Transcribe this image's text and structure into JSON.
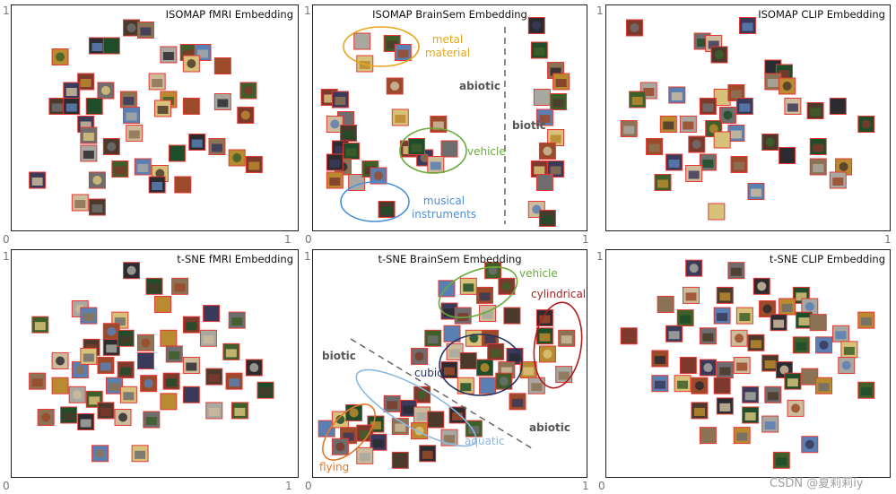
{
  "figure": {
    "watermark": "CSDN @夏莉莉iy",
    "thumbnail_border_color": "#e53935"
  },
  "chart_data": [
    {
      "type": "scatter",
      "title": "ISOMAP fMRI Embedding",
      "xlim": [
        0,
        1
      ],
      "ylim": [
        0,
        1
      ],
      "ticks": {
        "origin": "0",
        "xmax": "1",
        "ymax": "1"
      },
      "points": [
        [
          0.42,
          0.9
        ],
        [
          0.3,
          0.82
        ],
        [
          0.35,
          0.82
        ],
        [
          0.47,
          0.89
        ],
        [
          0.17,
          0.77
        ],
        [
          0.55,
          0.78
        ],
        [
          0.62,
          0.79
        ],
        [
          0.67,
          0.79
        ],
        [
          0.63,
          0.74
        ],
        [
          0.74,
          0.73
        ],
        [
          0.26,
          0.66
        ],
        [
          0.21,
          0.62
        ],
        [
          0.33,
          0.62
        ],
        [
          0.51,
          0.66
        ],
        [
          0.16,
          0.55
        ],
        [
          0.21,
          0.55
        ],
        [
          0.29,
          0.55
        ],
        [
          0.41,
          0.58
        ],
        [
          0.55,
          0.58
        ],
        [
          0.74,
          0.57
        ],
        [
          0.83,
          0.62
        ],
        [
          0.42,
          0.51
        ],
        [
          0.53,
          0.54
        ],
        [
          0.63,
          0.55
        ],
        [
          0.82,
          0.51
        ],
        [
          0.26,
          0.47
        ],
        [
          0.27,
          0.42
        ],
        [
          0.43,
          0.43
        ],
        [
          0.35,
          0.37
        ],
        [
          0.65,
          0.39
        ],
        [
          0.58,
          0.34
        ],
        [
          0.72,
          0.37
        ],
        [
          0.79,
          0.32
        ],
        [
          0.27,
          0.34
        ],
        [
          0.38,
          0.27
        ],
        [
          0.46,
          0.28
        ],
        [
          0.52,
          0.25
        ],
        [
          0.6,
          0.2
        ],
        [
          0.85,
          0.29
        ],
        [
          0.09,
          0.22
        ],
        [
          0.3,
          0.22
        ],
        [
          0.24,
          0.12
        ],
        [
          0.3,
          0.1
        ],
        [
          0.51,
          0.2
        ]
      ],
      "annotations": []
    },
    {
      "type": "scatter",
      "title": "ISOMAP BrainSem Embedding",
      "xlim": [
        0,
        1
      ],
      "ylim": [
        0,
        1
      ],
      "ticks": {
        "origin": "0",
        "xmax": "1",
        "ymax": "1"
      },
      "points": [
        [
          0.18,
          0.84
        ],
        [
          0.29,
          0.83
        ],
        [
          0.33,
          0.79
        ],
        [
          0.19,
          0.74
        ],
        [
          0.3,
          0.64
        ],
        [
          0.06,
          0.59
        ],
        [
          0.1,
          0.58
        ],
        [
          0.12,
          0.49
        ],
        [
          0.08,
          0.47
        ],
        [
          0.13,
          0.43
        ],
        [
          0.1,
          0.36
        ],
        [
          0.14,
          0.35
        ],
        [
          0.11,
          0.28
        ],
        [
          0.08,
          0.22
        ],
        [
          0.16,
          0.21
        ],
        [
          0.21,
          0.27
        ],
        [
          0.24,
          0.24
        ],
        [
          0.32,
          0.5
        ],
        [
          0.46,
          0.47
        ],
        [
          0.35,
          0.36
        ],
        [
          0.41,
          0.32
        ],
        [
          0.5,
          0.36
        ],
        [
          0.45,
          0.29
        ],
        [
          0.27,
          0.09
        ],
        [
          0.82,
          0.91
        ],
        [
          0.83,
          0.8
        ],
        [
          0.89,
          0.71
        ],
        [
          0.91,
          0.66
        ],
        [
          0.84,
          0.59
        ],
        [
          0.9,
          0.57
        ],
        [
          0.85,
          0.5
        ],
        [
          0.89,
          0.41
        ],
        [
          0.86,
          0.35
        ],
        [
          0.83,
          0.27
        ],
        [
          0.89,
          0.27
        ],
        [
          0.85,
          0.21
        ],
        [
          0.82,
          0.09
        ],
        [
          0.86,
          0.05
        ],
        [
          0.08,
          0.3
        ],
        [
          0.38,
          0.37
        ]
      ],
      "annotations": [
        {
          "text": "metal material",
          "color": "#eaa516"
        },
        {
          "text": "abiotic",
          "color": "#555555"
        },
        {
          "text": "biotic",
          "color": "#555555"
        },
        {
          "text": "vehicle",
          "color": "#6aab3a"
        },
        {
          "text": "musical instruments",
          "color": "#4a90d9"
        }
      ]
    },
    {
      "type": "scatter",
      "title": "ISOMAP CLIP Embedding",
      "xlim": [
        0,
        1
      ],
      "ylim": [
        0,
        1
      ],
      "ticks": {
        "xmax": "1",
        "ymax": "1"
      },
      "points": [
        [
          0.1,
          0.9
        ],
        [
          0.5,
          0.91
        ],
        [
          0.34,
          0.84
        ],
        [
          0.38,
          0.83
        ],
        [
          0.4,
          0.78
        ],
        [
          0.59,
          0.72
        ],
        [
          0.63,
          0.7
        ],
        [
          0.59,
          0.66
        ],
        [
          0.64,
          0.64
        ],
        [
          0.15,
          0.62
        ],
        [
          0.11,
          0.58
        ],
        [
          0.25,
          0.6
        ],
        [
          0.41,
          0.59
        ],
        [
          0.46,
          0.61
        ],
        [
          0.36,
          0.55
        ],
        [
          0.49,
          0.55
        ],
        [
          0.43,
          0.51
        ],
        [
          0.66,
          0.55
        ],
        [
          0.74,
          0.53
        ],
        [
          0.82,
          0.55
        ],
        [
          0.92,
          0.47
        ],
        [
          0.08,
          0.45
        ],
        [
          0.22,
          0.47
        ],
        [
          0.29,
          0.47
        ],
        [
          0.38,
          0.45
        ],
        [
          0.46,
          0.43
        ],
        [
          0.41,
          0.4
        ],
        [
          0.17,
          0.37
        ],
        [
          0.32,
          0.38
        ],
        [
          0.24,
          0.3
        ],
        [
          0.36,
          0.3
        ],
        [
          0.31,
          0.25
        ],
        [
          0.58,
          0.39
        ],
        [
          0.64,
          0.33
        ],
        [
          0.75,
          0.37
        ],
        [
          0.75,
          0.28
        ],
        [
          0.84,
          0.28
        ],
        [
          0.82,
          0.22
        ],
        [
          0.2,
          0.21
        ],
        [
          0.53,
          0.17
        ],
        [
          0.39,
          0.08
        ],
        [
          0.47,
          0.29
        ]
      ],
      "annotations": []
    },
    {
      "type": "scatter",
      "title": "t-SNE fMRI Embedding",
      "xlim": [
        0,
        1
      ],
      "ylim": [
        0,
        1
      ],
      "ticks": {
        "origin": "0",
        "xmax": "1",
        "ymax": "1"
      },
      "points": [
        [
          0.42,
          0.91
        ],
        [
          0.5,
          0.84
        ],
        [
          0.59,
          0.84
        ],
        [
          0.53,
          0.76
        ],
        [
          0.24,
          0.74
        ],
        [
          0.1,
          0.67
        ],
        [
          0.27,
          0.71
        ],
        [
          0.38,
          0.69
        ],
        [
          0.35,
          0.64
        ],
        [
          0.63,
          0.67
        ],
        [
          0.7,
          0.72
        ],
        [
          0.79,
          0.69
        ],
        [
          0.17,
          0.51
        ],
        [
          0.28,
          0.57
        ],
        [
          0.35,
          0.57
        ],
        [
          0.4,
          0.61
        ],
        [
          0.47,
          0.59
        ],
        [
          0.55,
          0.61
        ],
        [
          0.69,
          0.61
        ],
        [
          0.77,
          0.55
        ],
        [
          0.24,
          0.47
        ],
        [
          0.27,
          0.53
        ],
        [
          0.33,
          0.49
        ],
        [
          0.4,
          0.47
        ],
        [
          0.47,
          0.51
        ],
        [
          0.57,
          0.54
        ],
        [
          0.63,
          0.49
        ],
        [
          0.71,
          0.44
        ],
        [
          0.85,
          0.48
        ],
        [
          0.89,
          0.38
        ],
        [
          0.09,
          0.42
        ],
        [
          0.17,
          0.4
        ],
        [
          0.23,
          0.36
        ],
        [
          0.29,
          0.34
        ],
        [
          0.36,
          0.4
        ],
        [
          0.41,
          0.36
        ],
        [
          0.48,
          0.41
        ],
        [
          0.56,
          0.42
        ],
        [
          0.63,
          0.36
        ],
        [
          0.49,
          0.25
        ],
        [
          0.39,
          0.26
        ],
        [
          0.33,
          0.29
        ],
        [
          0.26,
          0.24
        ],
        [
          0.2,
          0.27
        ],
        [
          0.12,
          0.26
        ],
        [
          0.55,
          0.33
        ],
        [
          0.71,
          0.29
        ],
        [
          0.8,
          0.29
        ],
        [
          0.31,
          0.1
        ],
        [
          0.45,
          0.1
        ],
        [
          0.78,
          0.42
        ]
      ],
      "annotations": []
    },
    {
      "type": "scatter",
      "title": "t-SNE BrainSem Embedding",
      "xlim": [
        0,
        1
      ],
      "ylim": [
        0,
        1
      ],
      "ticks": {
        "origin": "0",
        "xmax": "1",
        "ymax": "1"
      },
      "points": [
        [
          0.66,
          0.91
        ],
        [
          0.49,
          0.83
        ],
        [
          0.57,
          0.84
        ],
        [
          0.63,
          0.8
        ],
        [
          0.71,
          0.84
        ],
        [
          0.5,
          0.73
        ],
        [
          0.55,
          0.71
        ],
        [
          0.64,
          0.72
        ],
        [
          0.73,
          0.71
        ],
        [
          0.85,
          0.7
        ],
        [
          0.85,
          0.62
        ],
        [
          0.93,
          0.61
        ],
        [
          0.86,
          0.54
        ],
        [
          0.92,
          0.45
        ],
        [
          0.44,
          0.61
        ],
        [
          0.51,
          0.63
        ],
        [
          0.59,
          0.61
        ],
        [
          0.65,
          0.61
        ],
        [
          0.67,
          0.55
        ],
        [
          0.74,
          0.53
        ],
        [
          0.39,
          0.53
        ],
        [
          0.52,
          0.55
        ],
        [
          0.57,
          0.51
        ],
        [
          0.5,
          0.47
        ],
        [
          0.63,
          0.48
        ],
        [
          0.71,
          0.47
        ],
        [
          0.79,
          0.47
        ],
        [
          0.82,
          0.4
        ],
        [
          0.7,
          0.42
        ],
        [
          0.64,
          0.4
        ],
        [
          0.56,
          0.4
        ],
        [
          0.75,
          0.33
        ],
        [
          0.4,
          0.36
        ],
        [
          0.35,
          0.3
        ],
        [
          0.29,
          0.32
        ],
        [
          0.4,
          0.27
        ],
        [
          0.45,
          0.25
        ],
        [
          0.53,
          0.27
        ],
        [
          0.23,
          0.23
        ],
        [
          0.32,
          0.22
        ],
        [
          0.39,
          0.2
        ],
        [
          0.5,
          0.17
        ],
        [
          0.59,
          0.21
        ],
        [
          0.05,
          0.21
        ],
        [
          0.1,
          0.25
        ],
        [
          0.13,
          0.18
        ],
        [
          0.19,
          0.19
        ],
        [
          0.24,
          0.15
        ],
        [
          0.1,
          0.13
        ],
        [
          0.19,
          0.09
        ],
        [
          0.32,
          0.07
        ],
        [
          0.42,
          0.1
        ],
        [
          0.15,
          0.28
        ]
      ],
      "annotations": [
        {
          "text": "vehicle",
          "color": "#6aab3a"
        },
        {
          "text": "cylindrical",
          "color": "#b01c1c"
        },
        {
          "text": "cubic",
          "color": "#24345e"
        },
        {
          "text": "biotic",
          "color": "#555555"
        },
        {
          "text": "abiotic",
          "color": "#555555"
        },
        {
          "text": "aquatic",
          "color": "#8ab8e0"
        },
        {
          "text": "flying",
          "color": "#e07a2a"
        }
      ]
    },
    {
      "type": "scatter",
      "title": "t-SNE CLIP Embedding",
      "xlim": [
        0,
        1
      ],
      "ylim": [
        0,
        1
      ],
      "ticks": {
        "origin": "0",
        "ymax": "1"
      },
      "points": [
        [
          0.31,
          0.92
        ],
        [
          0.46,
          0.91
        ],
        [
          0.3,
          0.8
        ],
        [
          0.42,
          0.8
        ],
        [
          0.55,
          0.84
        ],
        [
          0.69,
          0.8
        ],
        [
          0.21,
          0.76
        ],
        [
          0.64,
          0.75
        ],
        [
          0.72,
          0.75
        ],
        [
          0.28,
          0.7
        ],
        [
          0.41,
          0.71
        ],
        [
          0.49,
          0.71
        ],
        [
          0.57,
          0.74
        ],
        [
          0.08,
          0.62
        ],
        [
          0.24,
          0.63
        ],
        [
          0.36,
          0.62
        ],
        [
          0.47,
          0.61
        ],
        [
          0.53,
          0.59
        ],
        [
          0.61,
          0.68
        ],
        [
          0.7,
          0.69
        ],
        [
          0.75,
          0.68
        ],
        [
          0.92,
          0.69
        ],
        [
          0.83,
          0.63
        ],
        [
          0.69,
          0.58
        ],
        [
          0.77,
          0.58
        ],
        [
          0.86,
          0.56
        ],
        [
          0.19,
          0.52
        ],
        [
          0.29,
          0.49
        ],
        [
          0.36,
          0.48
        ],
        [
          0.42,
          0.47
        ],
        [
          0.48,
          0.49
        ],
        [
          0.58,
          0.5
        ],
        [
          0.63,
          0.47
        ],
        [
          0.66,
          0.42
        ],
        [
          0.72,
          0.44
        ],
        [
          0.77,
          0.4
        ],
        [
          0.85,
          0.49
        ],
        [
          0.92,
          0.38
        ],
        [
          0.19,
          0.41
        ],
        [
          0.27,
          0.41
        ],
        [
          0.33,
          0.4
        ],
        [
          0.41,
          0.4
        ],
        [
          0.51,
          0.36
        ],
        [
          0.59,
          0.36
        ],
        [
          0.67,
          0.3
        ],
        [
          0.33,
          0.29
        ],
        [
          0.42,
          0.31
        ],
        [
          0.51,
          0.27
        ],
        [
          0.36,
          0.18
        ],
        [
          0.48,
          0.18
        ],
        [
          0.58,
          0.23
        ],
        [
          0.62,
          0.07
        ],
        [
          0.72,
          0.14
        ]
      ],
      "annotations": []
    }
  ]
}
